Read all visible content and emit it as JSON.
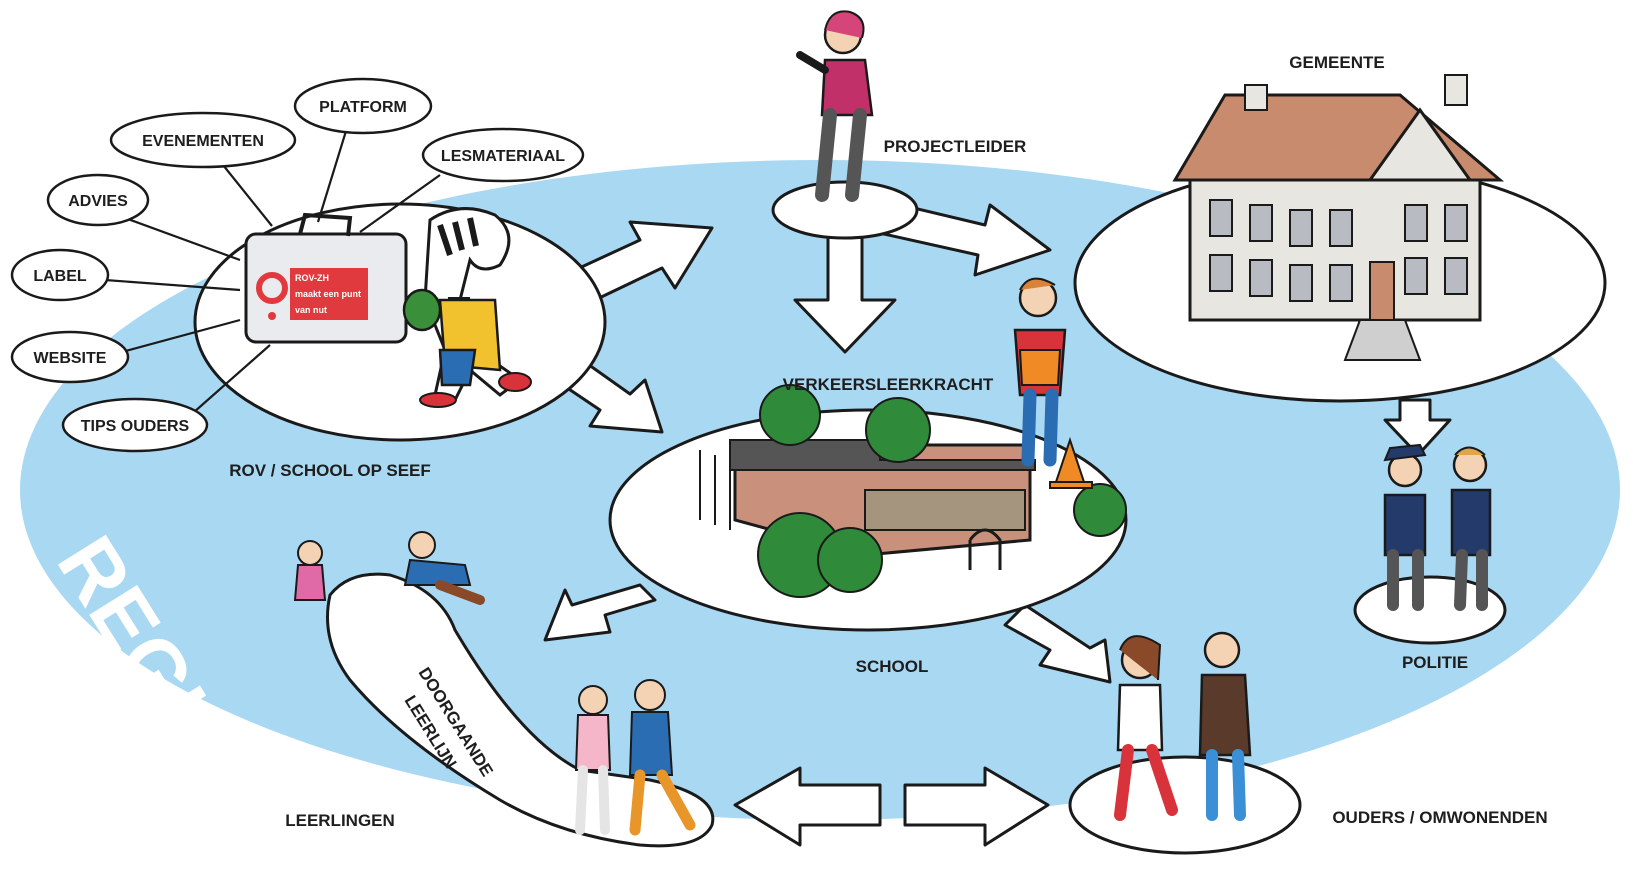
{
  "region": {
    "label": "REGIO",
    "color": "#a9d8f2"
  },
  "bubbles": {
    "platform": "PLATFORM",
    "evenementen": "EVENEMENTEN",
    "lesmateriaal": "LESMATERIAAL",
    "advies": "ADVIES",
    "label": "LABEL",
    "website": "WEBSITE",
    "tips_ouders": "TIPS OUDERS"
  },
  "suitcase": {
    "line1": "ROV-ZH",
    "line2": "maakt een punt",
    "line3": "van nut",
    "color": "#e03a3e"
  },
  "labels": {
    "rov_school": "ROV / SCHOOL OP SEEF",
    "projectleider": "PROJECTLEIDER",
    "gemeente": "GEMEENTE",
    "verkeersleerkracht": "VERKEERSLEERKRACHT",
    "school": "SCHOOL",
    "politie": "POLITIE",
    "leerlingen": "LEERLINGEN",
    "ouders": "OUDERS / OMWONENDEN",
    "doorgaande_line1": "DOORGAANDE",
    "doorgaande_line2": "LEERLIJN"
  },
  "colors": {
    "roof": "#c98b6d",
    "wall": "#e8e6e1",
    "tree": "#2f8a3a",
    "school_wall": "#c9917c",
    "accent": "#1e1e1e"
  }
}
